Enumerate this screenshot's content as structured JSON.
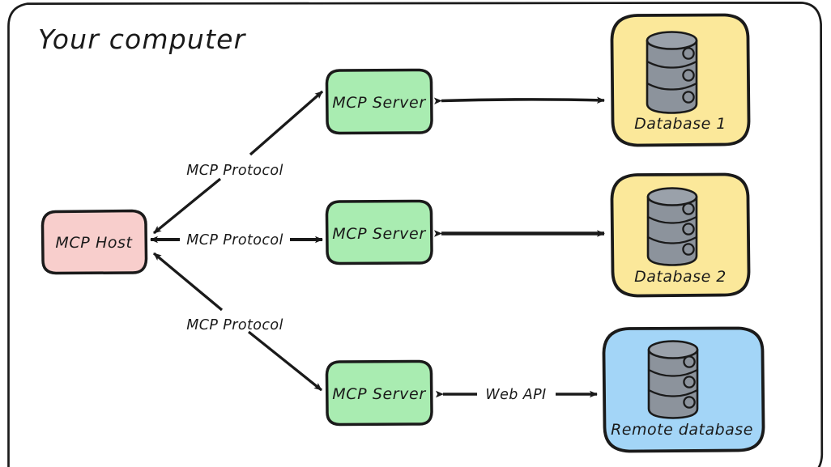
{
  "diagram": {
    "title": "Your computer",
    "type": "architecture-diagram",
    "colors": {
      "stroke": "#1a1a1a",
      "host_fill": "#f8cecc",
      "server_fill": "#a9ecb1",
      "database_fill": "#fbe89a",
      "remote_fill": "#a3d5f7",
      "cylinder_fill": "#8c939c",
      "background": "#ffffff"
    },
    "group": {
      "label": "Your computer",
      "name": "your-computer-boundary"
    },
    "nodes": [
      {
        "id": "host",
        "label": "MCP Host",
        "kind": "host",
        "icon": ""
      },
      {
        "id": "server1",
        "label": "MCP Server",
        "kind": "server",
        "icon": ""
      },
      {
        "id": "server2",
        "label": "MCP Server",
        "kind": "server",
        "icon": ""
      },
      {
        "id": "server3",
        "label": "MCP Server",
        "kind": "server",
        "icon": ""
      },
      {
        "id": "database1",
        "label": "Database 1",
        "kind": "database",
        "icon": "database-cylinder-icon"
      },
      {
        "id": "database2",
        "label": "Database 2",
        "kind": "database",
        "icon": "database-cylinder-icon"
      },
      {
        "id": "remotedb",
        "label": "Remote database",
        "kind": "remote-database",
        "icon": "database-cylinder-icon"
      }
    ],
    "edges": [
      {
        "id": "e1",
        "from": "host",
        "to": "server1",
        "label": "MCP Protocol",
        "arrows": "both"
      },
      {
        "id": "e2",
        "from": "host",
        "to": "server2",
        "label": "MCP Protocol",
        "arrows": "both"
      },
      {
        "id": "e3",
        "from": "host",
        "to": "server3",
        "label": "MCP Protocol",
        "arrows": "both"
      },
      {
        "id": "e4",
        "from": "server1",
        "to": "database1",
        "label": "",
        "arrows": "both"
      },
      {
        "id": "e5",
        "from": "server2",
        "to": "database2",
        "label": "",
        "arrows": "both"
      },
      {
        "id": "e6",
        "from": "server3",
        "to": "remotedb",
        "label": "Web API",
        "arrows": "both"
      }
    ]
  }
}
